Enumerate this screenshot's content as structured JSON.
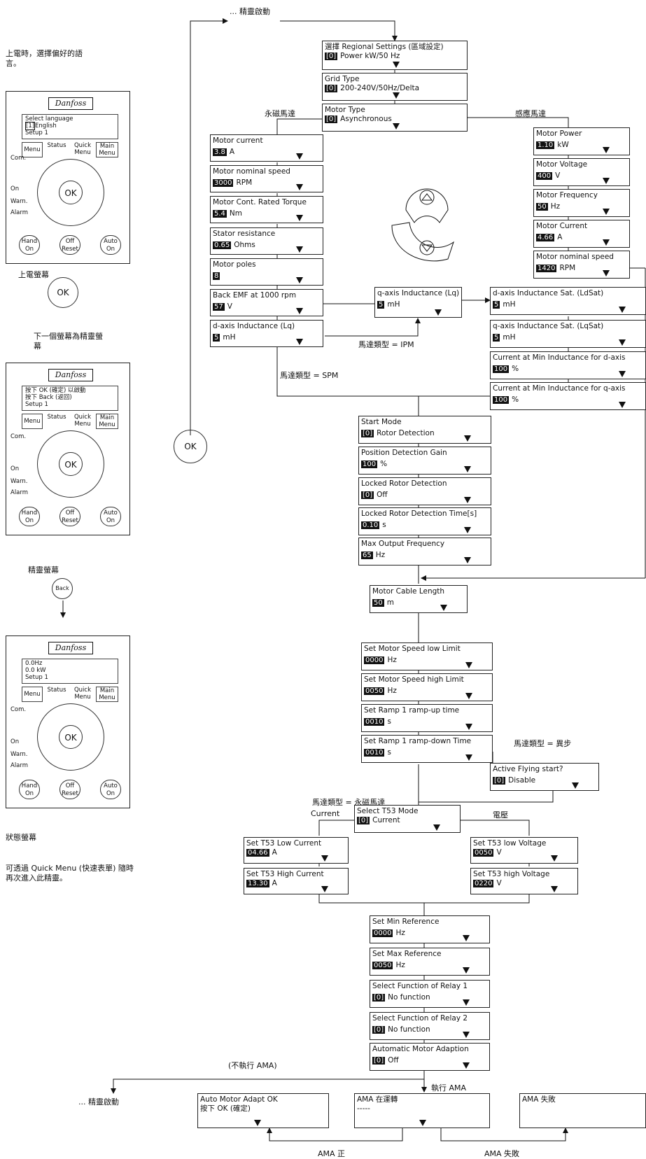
{
  "left": {
    "intro": "上電時，選擇偏好的語言。",
    "panel1": {
      "logo": "Danfoss",
      "line1": "Select language",
      "line2_val": "[1]",
      "line2": "English",
      "line3": "Setup 1"
    },
    "caption1": "上電螢幕",
    "caption2": "下一個螢幕為精靈螢幕",
    "panel2": {
      "logo": "Danfoss",
      "line1": "按下 OK (確定) 以啟動",
      "line2": "按下 Back (返回)",
      "line3": "Setup 1"
    },
    "caption3": "精靈螢幕",
    "panel3": {
      "logo": "Danfoss",
      "line1": "0.0Hz",
      "line2": "0.0 kW",
      "line3": "Setup 1"
    },
    "caption4": "狀態螢幕",
    "footer": "可透過 Quick Menu (快速表單) 隨時再次進入此精靈。",
    "menu": [
      "Menu",
      "Status",
      "Quick Menu",
      "Main Menu"
    ],
    "indicators": [
      "Com.",
      "On",
      "Warn.",
      "Alarm"
    ],
    "hand": [
      "Hand On",
      "Off Reset",
      "Auto On"
    ],
    "ok": "OK",
    "back": "Back"
  },
  "flow": {
    "start_top": "... 精靈啟動",
    "start_bottom": "... 精靈啟動",
    "ok": "OK",
    "regional": {
      "title": "選擇 Regional Settings (區域設定)",
      "val": "[0]",
      "unit": "Power kW/50 Hz"
    },
    "grid": {
      "title": "Grid Type",
      "val": "[0]",
      "unit": "200-240V/50Hz/Delta"
    },
    "motor_type": {
      "title": "Motor Type",
      "val": "[0]",
      "unit": "Asynchronous"
    },
    "pm_label": "永磁馬達",
    "im_label": "感應馬達",
    "pm": [
      {
        "title": "Motor current",
        "val": "3.8",
        "unit": "A"
      },
      {
        "title": "Motor nominal speed",
        "val": "3000",
        "unit": "RPM"
      },
      {
        "title": "Motor Cont. Rated Torque",
        "val": "5.4",
        "unit": "Nm"
      },
      {
        "title": "Stator resistance",
        "val": "0.65",
        "unit": "Ohms"
      },
      {
        "title": "Motor poles",
        "val": "8",
        "unit": ""
      },
      {
        "title": "Back EMF at 1000 rpm",
        "val": "57",
        "unit": "V"
      },
      {
        "title": "d-axis Inductance (Lq)",
        "val": "5",
        "unit": "mH"
      }
    ],
    "lq": {
      "title": "q-axis Inductance (Lq)",
      "val": "5",
      "unit": "mH"
    },
    "ipm_label": "馬達類型 = IPM",
    "spm_label": "馬達類型 = SPM",
    "sat": [
      {
        "title": "d-axis Inductance Sat. (LdSat)",
        "val": "5",
        "unit": "mH"
      },
      {
        "title": "q-axis Inductance Sat. (LqSat)",
        "val": "5",
        "unit": "mH"
      },
      {
        "title": "Current at Min Inductance for d-axis",
        "val": "100",
        "unit": "%"
      },
      {
        "title": "Current at Min Inductance for q-axis",
        "val": "100",
        "unit": "%"
      }
    ],
    "im": [
      {
        "title": "Motor Power",
        "val": "1.10",
        "unit": "kW"
      },
      {
        "title": "Motor Voltage",
        "val": "400",
        "unit": "V"
      },
      {
        "title": "Motor Frequency",
        "val": "50",
        "unit": "Hz"
      },
      {
        "title": "Motor Current",
        "val": "4.66",
        "unit": "A"
      },
      {
        "title": "Motor nominal speed",
        "val": "1420",
        "unit": "RPM"
      }
    ],
    "mid": [
      {
        "title": "Start Mode",
        "val": "[0]",
        "unit": "Rotor Detection"
      },
      {
        "title": "Position Detection Gain",
        "val": "100",
        "unit": "%"
      },
      {
        "title": "Locked Rotor Detection",
        "val": "[0]",
        "unit": "Off"
      },
      {
        "title": "Locked Rotor Detection Time[s]",
        "val": "0.10",
        "unit": "s"
      },
      {
        "title": "Max Output Frequency",
        "val": "65",
        "unit": "Hz"
      }
    ],
    "cable": {
      "title": "Motor Cable Length",
      "val": "50",
      "unit": "m"
    },
    "speed": [
      {
        "title": "Set Motor Speed low Limit",
        "val": "0000",
        "unit": "Hz"
      },
      {
        "title": "Set Motor Speed high Limit",
        "val": "0050",
        "unit": "Hz"
      },
      {
        "title": "Set Ramp 1 ramp-up time",
        "val": "0010",
        "unit": "s"
      },
      {
        "title": "Set Ramp 1 ramp-down Time",
        "val": "0010",
        "unit": "s"
      }
    ],
    "async_label": "馬達類型 = 異步",
    "flying": {
      "title": "Active Flying start?",
      "val": "[0]",
      "unit": "Disable"
    },
    "pm_type_label": "馬達類型 = 永磁馬達",
    "t53": {
      "title": "Select T53 Mode",
      "val": "[0]",
      "unit": "Current"
    },
    "current_label": "Current",
    "voltage_label": "電壓",
    "t53c": [
      {
        "title": "Set T53 Low Current",
        "val": "04.66",
        "unit": "A"
      },
      {
        "title": "Set T53 High Current",
        "val": "13.30",
        "unit": "A"
      }
    ],
    "t53v": [
      {
        "title": "Set T53 low Voltage",
        "val": "0050",
        "unit": "V"
      },
      {
        "title": "Set T53 high Voltage",
        "val": "0220",
        "unit": "V"
      }
    ],
    "ref": [
      {
        "title": "Set Min Reference",
        "val": "0000",
        "unit": "Hz"
      },
      {
        "title": "Set Max Reference",
        "val": "0050",
        "unit": "Hz"
      },
      {
        "title": "Select Function of Relay 1",
        "val": "[0]",
        "unit": "No function"
      },
      {
        "title": "Select Function of Relay 2",
        "val": "[0]",
        "unit": "No function"
      },
      {
        "title": "Automatic Motor Adaption",
        "val": "[0]",
        "unit": "Off"
      }
    ],
    "no_ama": "(不執行 AMA)",
    "do_ama": "執行 AMA",
    "ama_ok": {
      "line1": "Auto Motor Adapt OK",
      "line2": "按下 OK (確定)"
    },
    "ama_run": {
      "line1": "AMA 在運轉",
      "line2": "-----"
    },
    "ama_fail": {
      "line1": "AMA 失敗"
    },
    "ama_pass_label": "AMA 正",
    "ama_fail_label": "AMA 失敗"
  }
}
